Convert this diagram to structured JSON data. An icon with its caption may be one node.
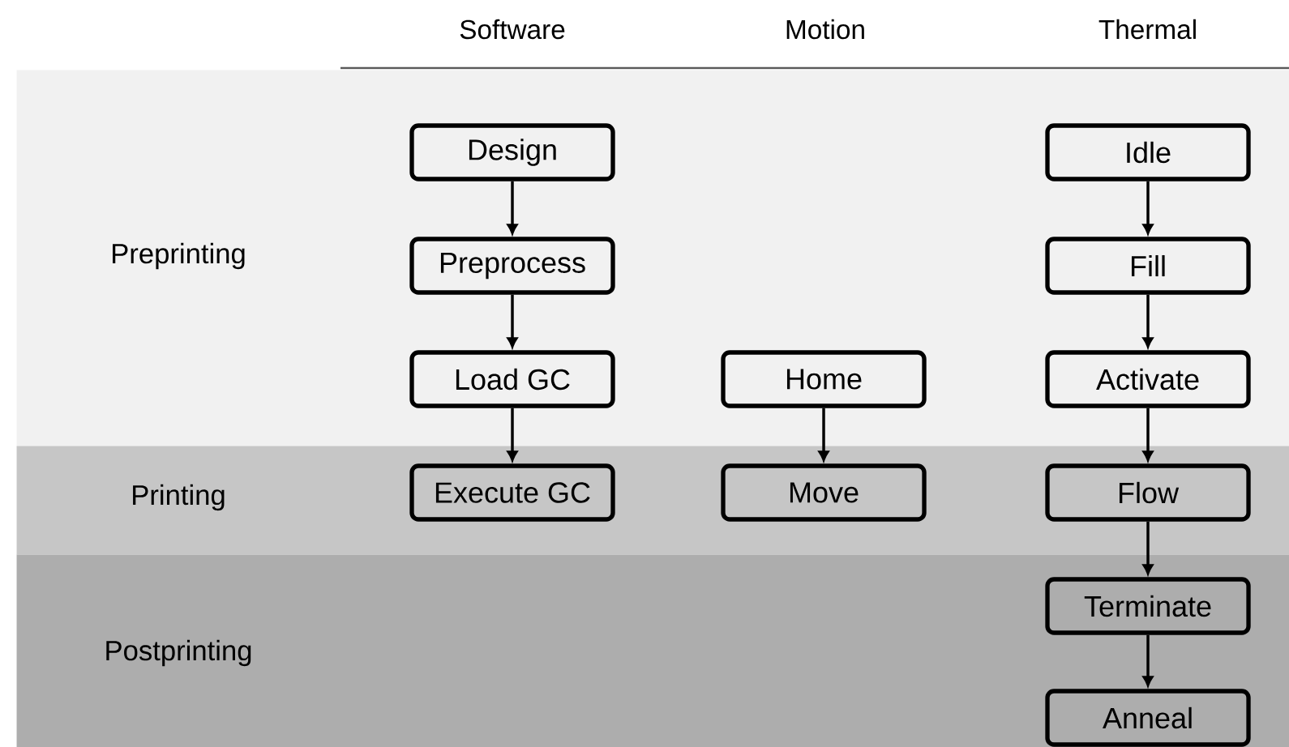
{
  "diagram": {
    "nodes": [
      {
        "text": [
          "Preprinting"
        ]
      },
      {
        "text": [
          "Design"
        ],
        "in": 0
      },
      {
        "text": [
          "Preprocess"
        ],
        "in": 0
      },
      {
        "text": [
          "Load GC"
        ],
        "in": 0
      },
      {
        "text": [
          "Home"
        ],
        "in": 0
      },
      {
        "text": [
          "Idle"
        ],
        "in": 0
      },
      {
        "text": [
          "Fill"
        ],
        "in": 0
      },
      {
        "text": [
          "Activate"
        ],
        "in": 0
      },
      {
        "text": [
          "Printing"
        ]
      },
      {
        "text": [
          "Execute GC"
        ],
        "in": 8
      },
      {
        "text": [
          "Move"
        ],
        "in": 8
      },
      {
        "text": [
          "Flow"
        ],
        "in": 8
      },
      {
        "text": [
          "Postprinting"
        ]
      },
      {
        "text": [
          "Terminate"
        ],
        "in": 12
      },
      {
        "text": [
          "Anneal"
        ],
        "in": 12
      }
    ],
    "edges": [
      {
        "from": 1,
        "to": 2,
        "arrow": "to"
      },
      {
        "from": 2,
        "to": 3,
        "arrow": "to"
      },
      {
        "from": 3,
        "to": 9,
        "arrow": "to"
      },
      {
        "from": 4,
        "to": 10,
        "arrow": "to"
      },
      {
        "from": 5,
        "to": 6,
        "arrow": "to"
      },
      {
        "from": 6,
        "to": 7,
        "arrow": "to"
      },
      {
        "from": 7,
        "to": 11,
        "arrow": "to"
      },
      {
        "from": 11,
        "to": 13,
        "arrow": "to"
      },
      {
        "from": 13,
        "to": 14,
        "arrow": "to"
      }
    ],
    "labels": [
      "Software",
      "Motion",
      "Thermal"
    ]
  }
}
